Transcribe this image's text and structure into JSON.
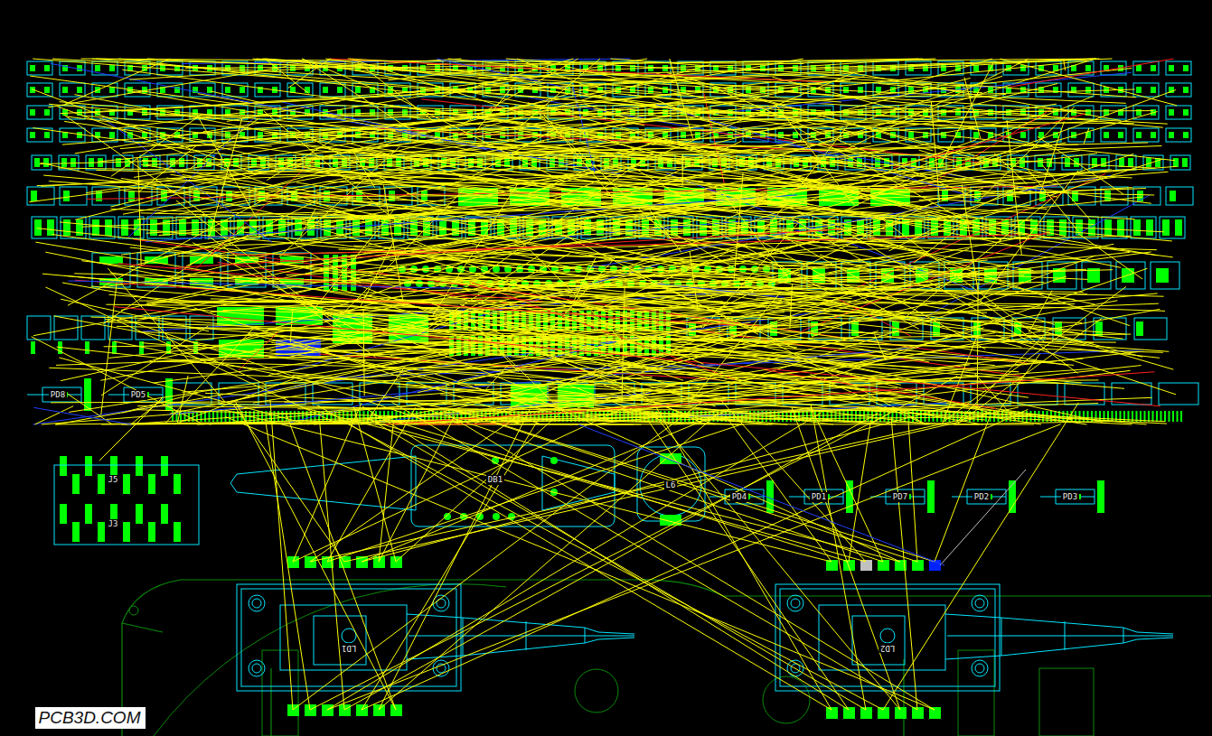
{
  "diagram": {
    "labels": [
      "PD8",
      "PD5",
      "J5",
      "J3",
      "DB1",
      "L6",
      "PD4",
      "PD1",
      "PD7",
      "PD2",
      "PD3",
      "LD1",
      "LD2",
      "PCB3D.COM"
    ]
  }
}
